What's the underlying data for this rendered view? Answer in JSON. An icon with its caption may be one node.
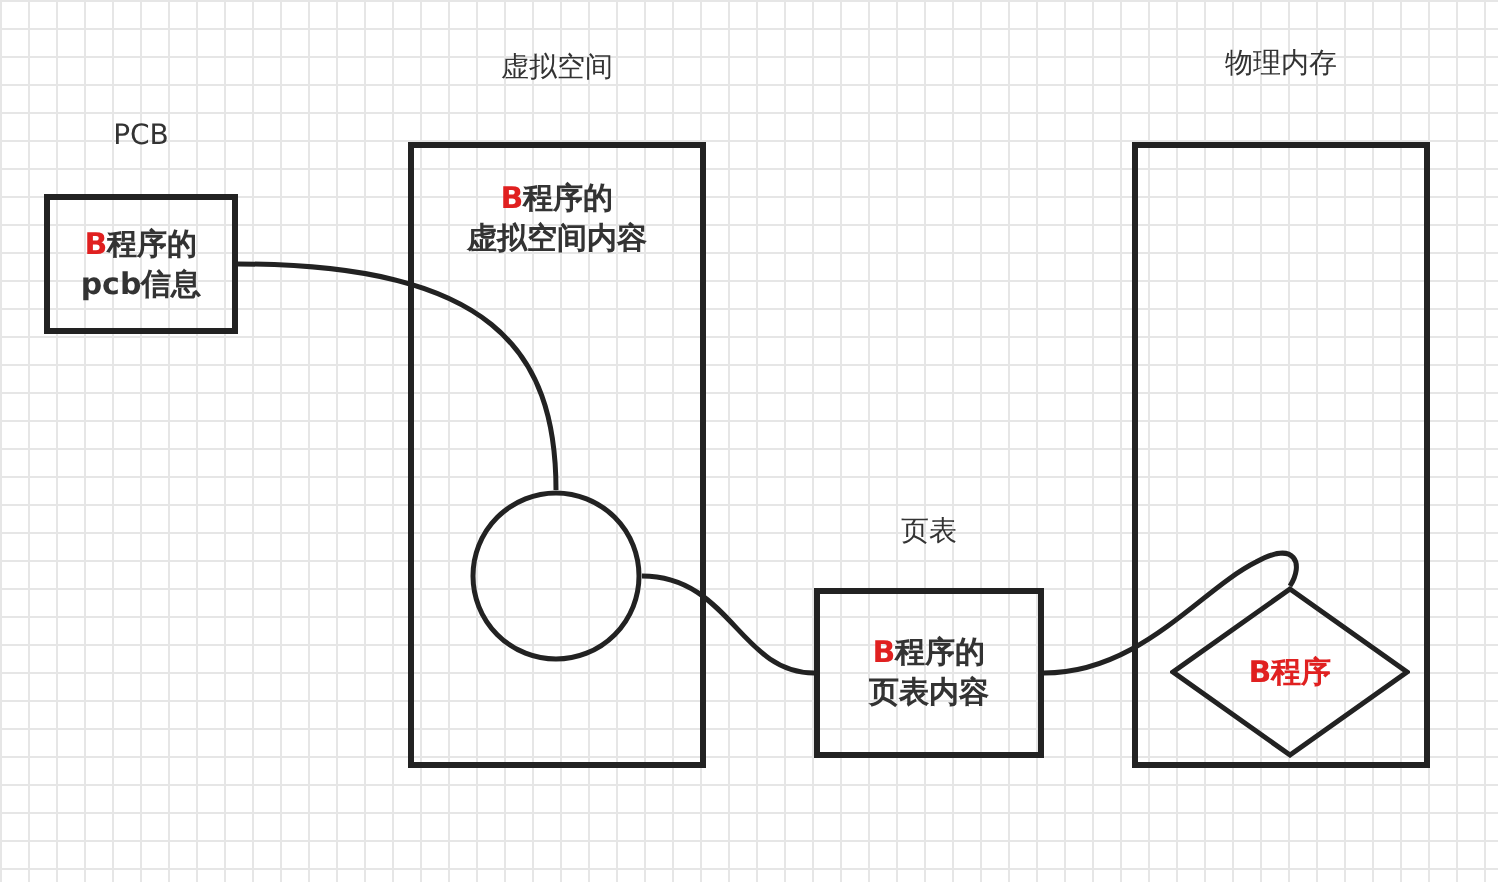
{
  "diagram": {
    "nodes": [
      {
        "text": [
          "PCB",
          "**B**程序的pcb信息"
        ]
      },
      {
        "text": [
          "虚拟空间",
          "**B**程序的虚拟空间内容"
        ]
      },
      {
        "text": [],
        "shape": "circle",
        "in": 1
      },
      {
        "text": [
          "页表",
          "**B**程序的页表内容"
        ]
      },
      {
        "text": [
          "物理内存"
        ]
      },
      {
        "text": [
          "**B**程序"
        ],
        "in": 4
      }
    ],
    "edges": [
      {
        "from": 0,
        "to": 2,
        "arrow": "none"
      },
      {
        "from": 2,
        "to": 3,
        "arrow": "none"
      },
      {
        "from": 3,
        "to": 5,
        "arrow": "none"
      }
    ]
  }
}
